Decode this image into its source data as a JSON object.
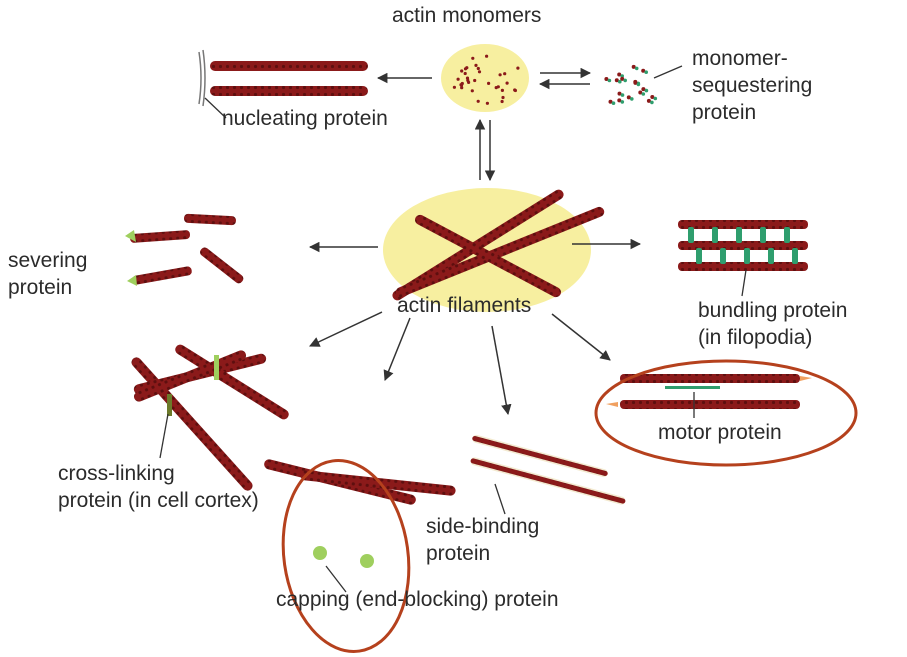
{
  "labels": {
    "actin_monomers": "actin monomers",
    "monomer_sequestering_1": "monomer-",
    "monomer_sequestering_2": "sequestering",
    "monomer_sequestering_3": "protein",
    "nucleating": "nucleating protein",
    "severing_1": "severing",
    "severing_2": "protein",
    "actin_filaments": "actin filaments",
    "bundling_1": "bundling protein",
    "bundling_2": "(in filopodia)",
    "cross_linking_1": "cross-linking",
    "cross_linking_2": "protein (in cell cortex)",
    "motor": "motor protein",
    "side_binding_1": "side-binding",
    "side_binding_2": "protein",
    "capping": "capping (end-blocking) protein"
  },
  "colors": {
    "filament": "#8b1a1a",
    "filament_dark": "#5e0f0f",
    "blob": "#f7efa0",
    "protein_green": "#2f9e6e",
    "protein_light_green": "#9fcf5e",
    "olive": "#6c7a2a",
    "highlight_ring": "#b5411d",
    "arrow": "#333333"
  }
}
